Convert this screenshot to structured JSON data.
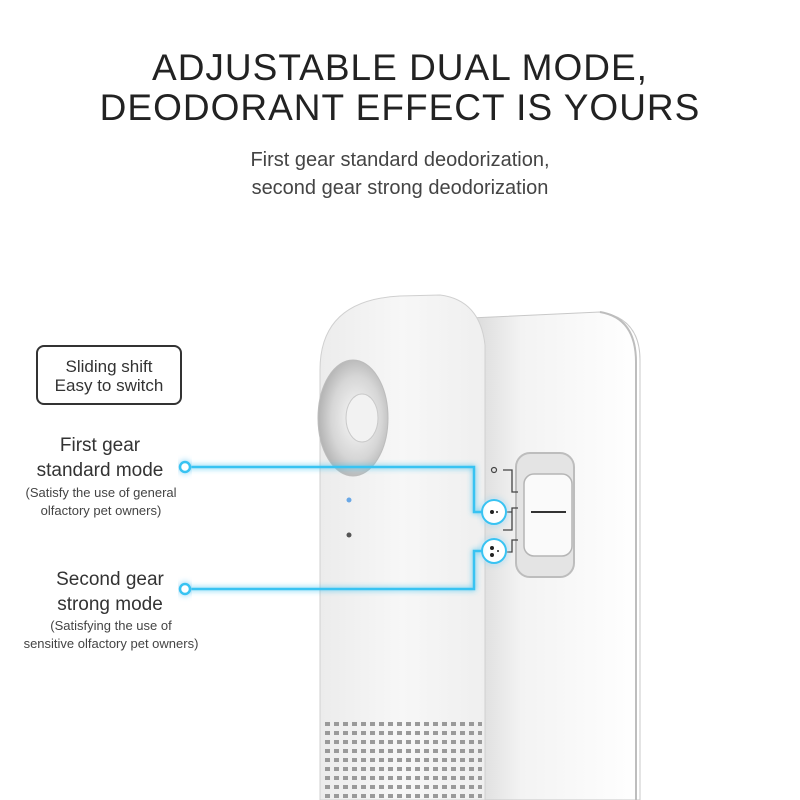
{
  "headline": {
    "line1": "ADJUSTABLE DUAL MODE,",
    "line2": "DEODORANT EFFECT IS YOURS"
  },
  "subheading": {
    "line1": "First gear standard deodorization,",
    "line2": "second gear strong deodorization"
  },
  "badge": {
    "line1": "Sliding shift",
    "line2": "Easy to switch"
  },
  "modes": [
    {
      "title1": "First gear",
      "title2": "standard mode",
      "note1": "(Satisfy the use of general",
      "note2": "olfactory pet owners)"
    },
    {
      "title1": "Second gear",
      "title2": "strong mode",
      "note1": "(Satisfying the use of",
      "note2": "sensitive olfactory pet owners)"
    }
  ],
  "colors": {
    "callout": "#39c3f2",
    "text": "#333333",
    "device": "#f2f2f2"
  }
}
